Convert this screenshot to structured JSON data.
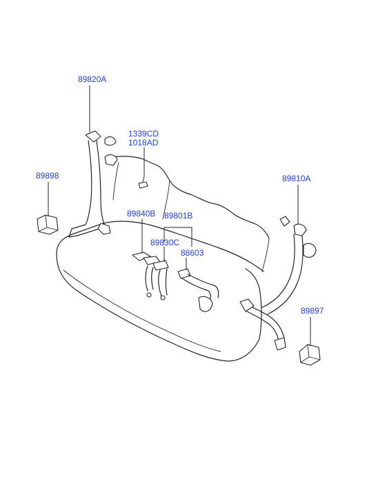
{
  "callouts": {
    "p89820A": "89820A",
    "p1339CD": "1339CD",
    "p1018AD": "1018AD",
    "p89898": "89898",
    "p89810A": "89810A",
    "p89840B": "89840B",
    "p89801B": "89801B",
    "p89830C": "89830C",
    "p88603": "88603",
    "p89897": "89897"
  },
  "colors": {
    "label": "#1f3fbf",
    "line": "#222222",
    "background": "#ffffff"
  }
}
